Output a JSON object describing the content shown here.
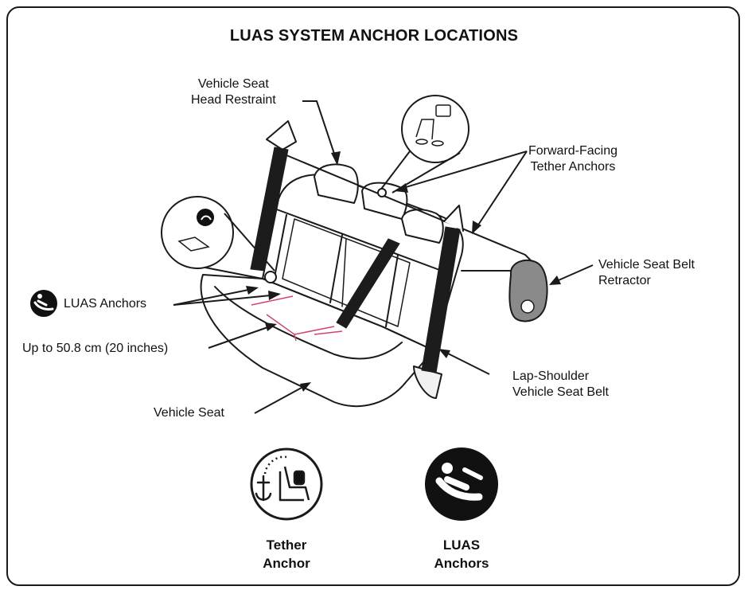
{
  "title": "LUAS SYSTEM ANCHOR LOCATIONS",
  "labels": {
    "head_restraint": [
      "Vehicle Seat",
      "Head Restraint"
    ],
    "tether_anchors": [
      "Forward-Facing",
      "Tether Anchors"
    ],
    "belt_retractor": [
      "Vehicle Seat Belt",
      "Retractor"
    ],
    "luas_anchors": "LUAS Anchors",
    "distance": "Up to 50.8 cm (20 inches)",
    "lap_shoulder": [
      "Lap-Shoulder",
      "Vehicle Seat Belt"
    ],
    "vehicle_seat": "Vehicle Seat"
  },
  "legend": {
    "tether": [
      "Tether",
      "Anchor"
    ],
    "luas": [
      "LUAS",
      "Anchors"
    ]
  },
  "colors": {
    "line": "#1a1a1a",
    "belt": "#1c1c1c",
    "retractor": "#8a8a8a",
    "measure": "#d2456a"
  },
  "icons": [
    "tether-anchor-icon",
    "luas-anchor-icon",
    "anchor-icon"
  ]
}
